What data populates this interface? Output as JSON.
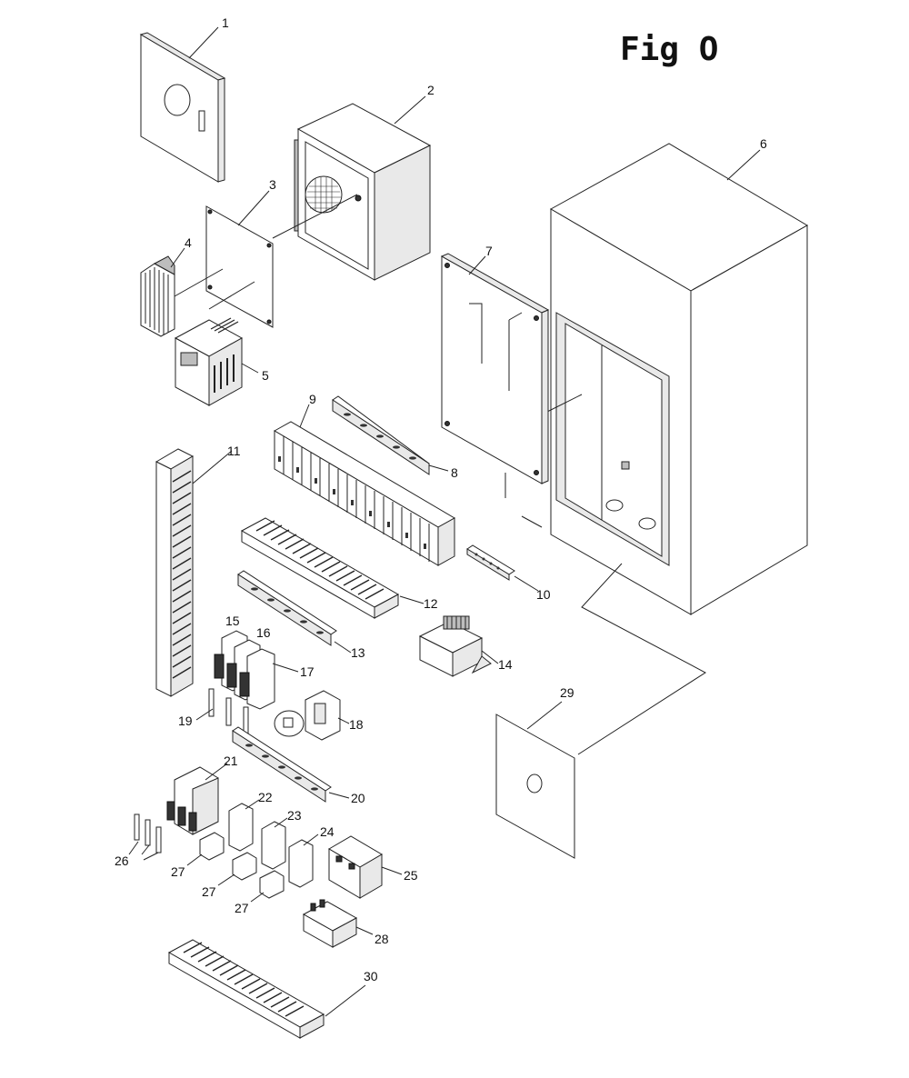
{
  "figure": {
    "title": "Fig O"
  },
  "callouts": [
    "1",
    "2",
    "3",
    "4",
    "5",
    "6",
    "7",
    "8",
    "9",
    "10",
    "11",
    "12",
    "13",
    "14",
    "15",
    "16",
    "17",
    "18",
    "19",
    "20",
    "21",
    "22",
    "23",
    "24",
    "25",
    "26",
    "27",
    "27",
    "27",
    "28",
    "29",
    "30"
  ],
  "colors": {
    "line": "#222222",
    "background": "#ffffff",
    "shade": "#bdbdbd"
  }
}
